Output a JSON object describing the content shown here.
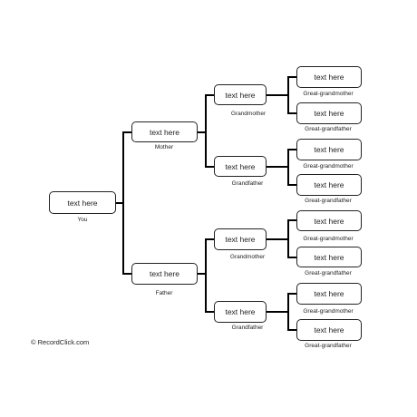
{
  "tree": {
    "placeholder": "text here",
    "people": {
      "you": {
        "role": "You"
      },
      "mother": {
        "role": "Mother"
      },
      "father": {
        "role": "Father"
      },
      "maternal_grandmother": {
        "role": "Grandmother"
      },
      "maternal_grandfather": {
        "role": "Grandfather"
      },
      "paternal_grandmother": {
        "role": "Grandmother"
      },
      "paternal_grandfather": {
        "role": "Grandfather"
      },
      "ggm_1": {
        "role": "Great-grandmother"
      },
      "ggf_1": {
        "role": "Great-grandfather"
      },
      "ggm_2": {
        "role": "Great-grandmother"
      },
      "ggf_2": {
        "role": "Great-grandfather"
      },
      "ggm_3": {
        "role": "Great-grandmother"
      },
      "ggf_3": {
        "role": "Great-grandfather"
      },
      "ggm_4": {
        "role": "Great-grandmother"
      },
      "ggf_4": {
        "role": "Great-grandfather"
      }
    }
  },
  "footer": {
    "copyright": "© RecordClick.com"
  }
}
